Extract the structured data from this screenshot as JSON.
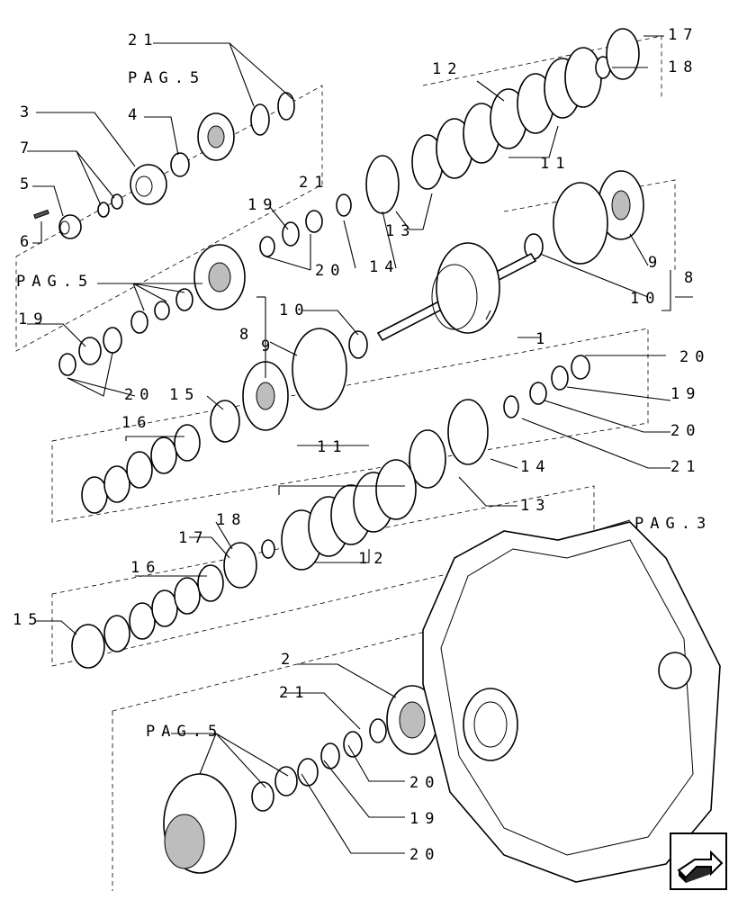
{
  "callouts": {
    "c1": "1",
    "c2": "2",
    "c3": "3",
    "c4": "4",
    "c5": "5",
    "c6": "6",
    "c7": "7",
    "c8a": "8",
    "c8b": "8",
    "c9a": "9",
    "c9b": "9",
    "c10a": "10",
    "c10b": "10",
    "c11a": "11",
    "c11b": "11",
    "c12a": "12",
    "c12b": "12",
    "c13a": "13",
    "c13b": "13",
    "c14a": "14",
    "c14b": "14",
    "c15a": "15",
    "c15b": "15",
    "c16a": "16",
    "c16b": "16",
    "c17a": "17",
    "c17b": "17",
    "c18a": "18",
    "c18b": "18",
    "c19a": "19",
    "c19b": "19",
    "c19c": "19",
    "c19d": "19",
    "c20a": "20",
    "c20b": "20",
    "c20c": "20",
    "c20d": "20",
    "c20e": "20",
    "c20f": "20",
    "c21a": "21",
    "c21b": "21",
    "c21c": "21",
    "c21d": "21"
  },
  "page_refs": {
    "p5a": "PAG.5",
    "p5b": "PAG.5",
    "p5c": "PAG.5",
    "p3": "PAG.3"
  },
  "nav_icon": "next-page-arrow-icon"
}
